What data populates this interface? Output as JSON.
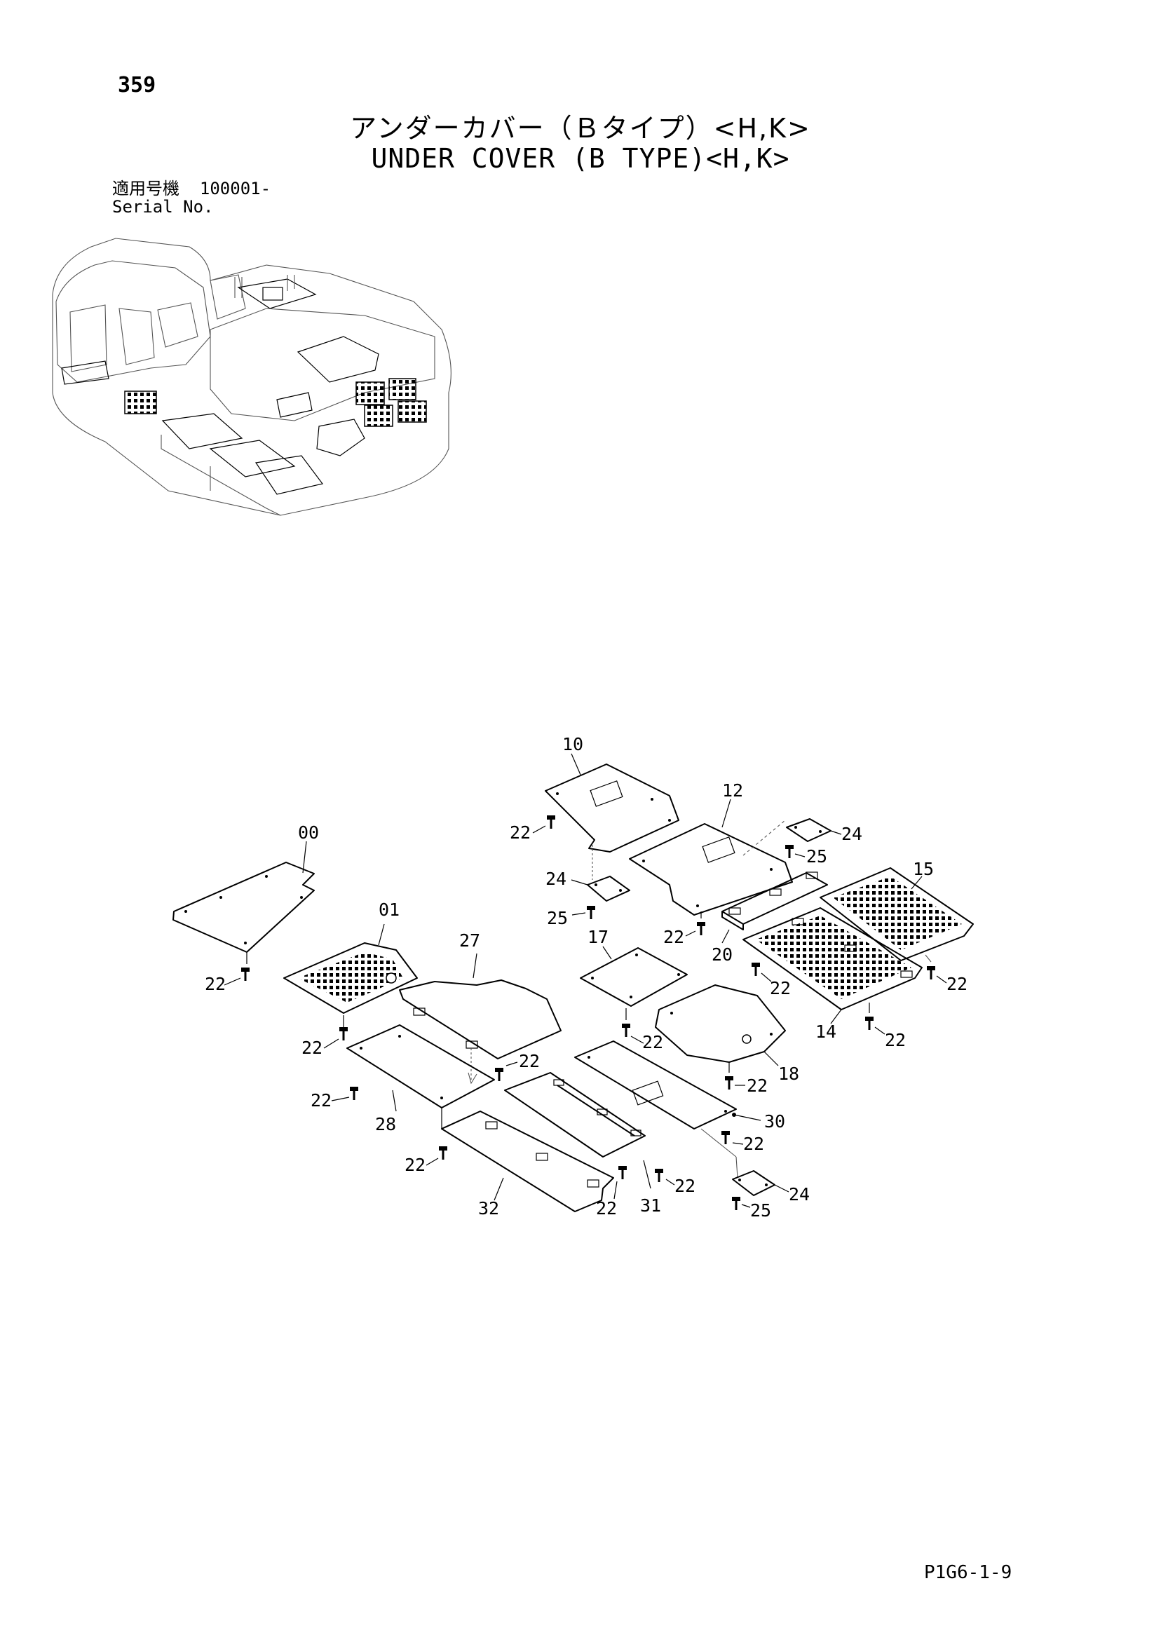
{
  "page": {
    "number": "359",
    "title_jp": "アンダーカバー（Ｂタイプ）<H,K>",
    "title_en": "UNDER COVER (B TYPE)<H,K>",
    "serial_label_jp": "適用号機",
    "serial_value": "100001-",
    "serial_label_en": "Serial No.",
    "footer_code": "P1G6-1-9"
  },
  "diagram": {
    "overview": "excavator-upper-structure-outline",
    "callouts": [
      "00",
      "01",
      "10",
      "12",
      "14",
      "15",
      "17",
      "18",
      "20",
      "24",
      "25",
      "27",
      "28",
      "30",
      "31",
      "32",
      "22"
    ],
    "labels": {
      "p00": "00",
      "p01": "01",
      "p10": "10",
      "p12": "12",
      "p14": "14",
      "p15": "15",
      "p17": "17",
      "p18": "18",
      "p20": "20",
      "p24a": "24",
      "p24b": "24",
      "p24c": "24",
      "p25a": "25",
      "p25b": "25",
      "p25c": "25",
      "p27": "27",
      "p28": "28",
      "p30": "30",
      "p31": "31",
      "p32": "32",
      "bolt": "22"
    }
  }
}
